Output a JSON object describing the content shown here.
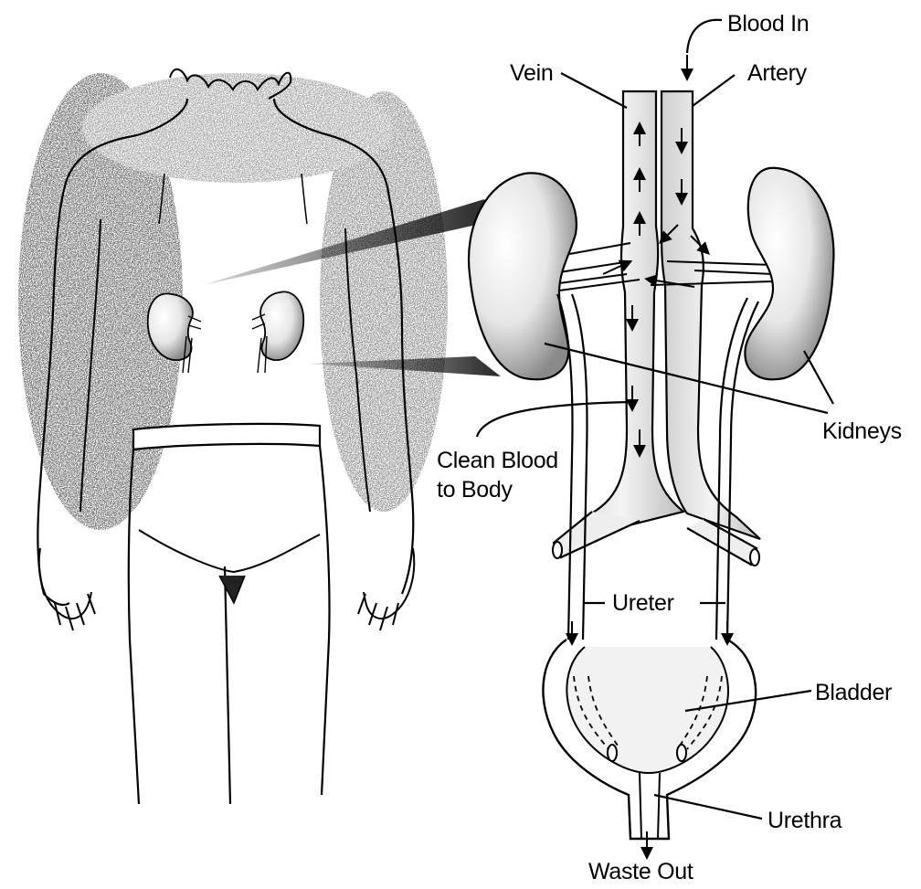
{
  "diagram": {
    "labels": {
      "blood_in": "Blood In",
      "vein": "Vein",
      "artery": "Artery",
      "kidneys": "Kidneys",
      "clean_blood_line1": "Clean Blood",
      "clean_blood_line2": "to Body",
      "ureter": "Ureter",
      "bladder": "Bladder",
      "urethra": "Urethra",
      "waste_out": "Waste Out"
    },
    "colors": {
      "ink": "#000000",
      "paper": "#ffffff",
      "shade": "#8a8a8a"
    }
  }
}
